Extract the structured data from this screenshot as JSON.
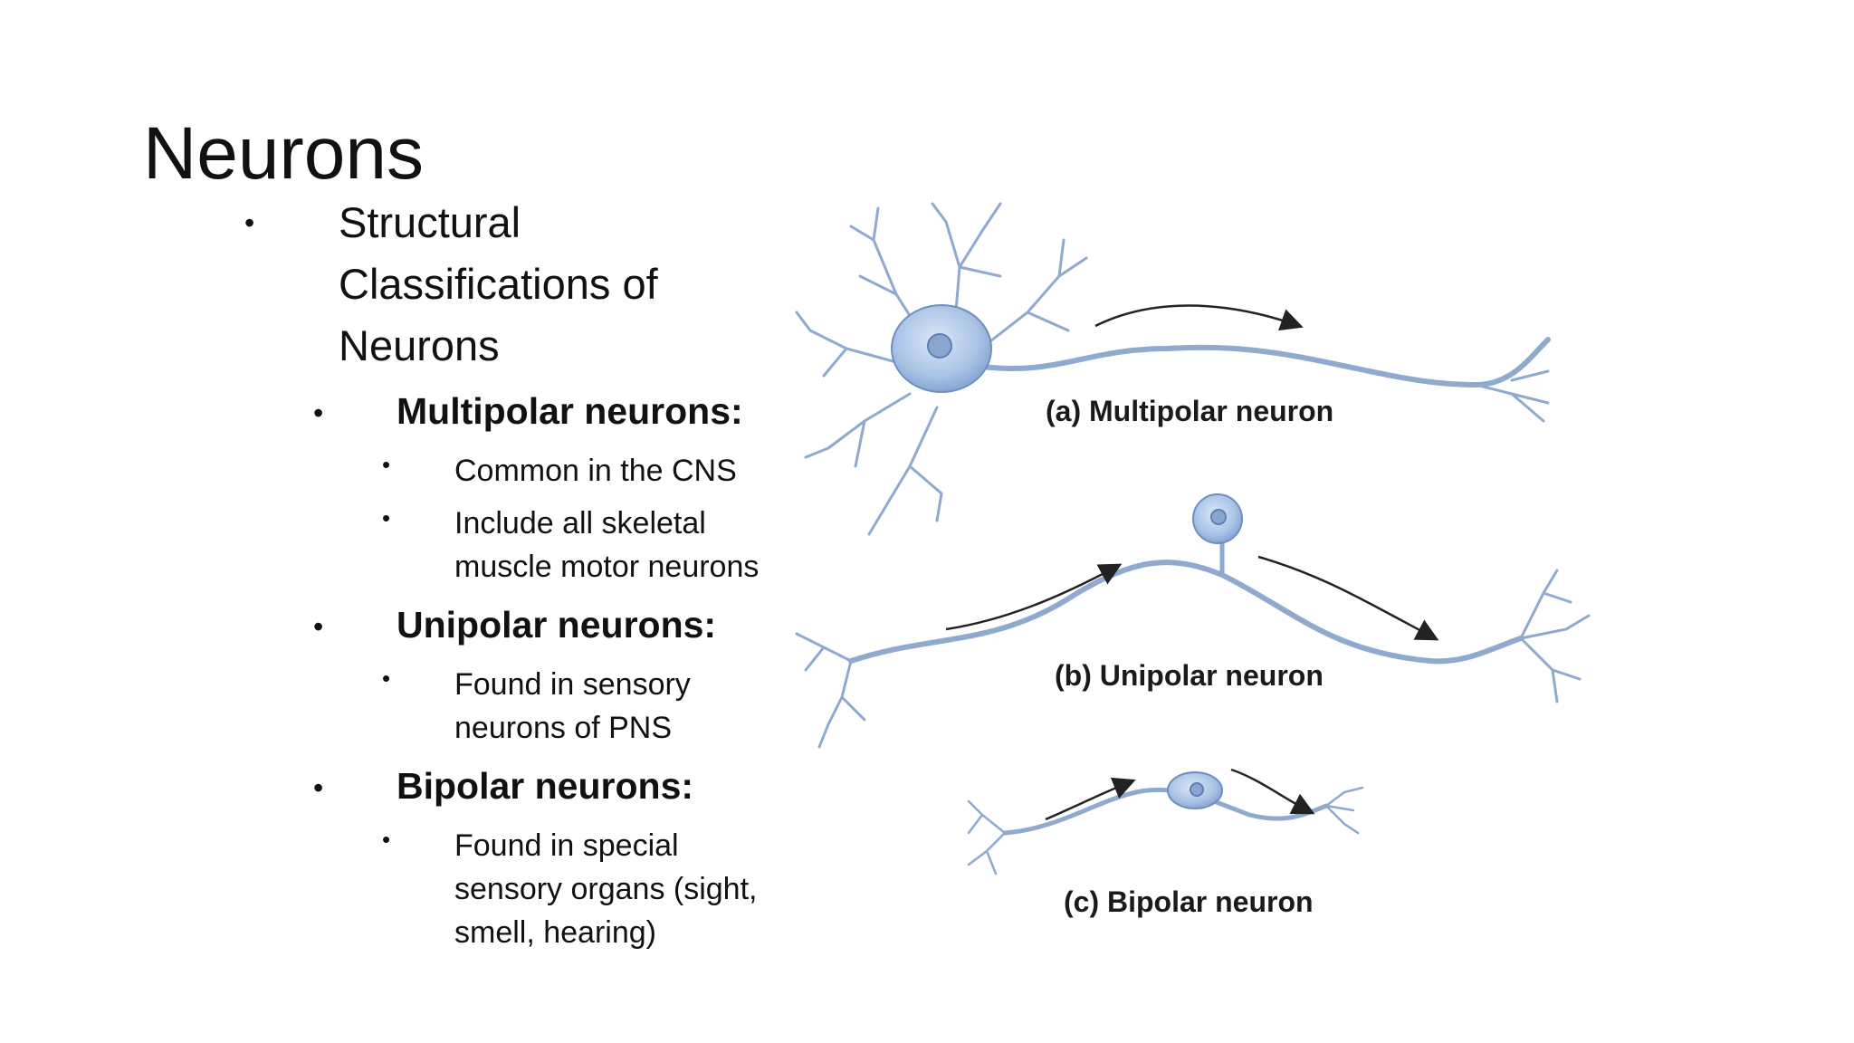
{
  "slide": {
    "title": "Neurons",
    "outline": {
      "heading_lines": [
        "Structural",
        "Classifications of",
        "Neurons"
      ],
      "groups": [
        {
          "label": "Multipolar neurons:",
          "items": [
            {
              "lines": [
                "Common in the CNS"
              ]
            },
            {
              "lines": [
                "Include all skeletal",
                "muscle motor neurons"
              ]
            }
          ]
        },
        {
          "label": "Unipolar neurons:",
          "items": [
            {
              "lines": [
                "Found in sensory",
                "neurons of PNS"
              ]
            }
          ]
        },
        {
          "label": "Bipolar neurons:",
          "items": [
            {
              "lines": [
                "Found in special",
                "sensory organs (sight,",
                "smell, hearing)"
              ]
            }
          ]
        }
      ]
    },
    "figure": {
      "captions": {
        "a": "(a) Multipolar neuron",
        "b": "(b) Unipolar neuron",
        "c": "(c) Bipolar neuron"
      },
      "colors": {
        "cell_body": "#a9c3e6",
        "cell_outline": "#6f8fbf",
        "axon": "#8fa9cf",
        "arrow": "#222222"
      }
    }
  }
}
